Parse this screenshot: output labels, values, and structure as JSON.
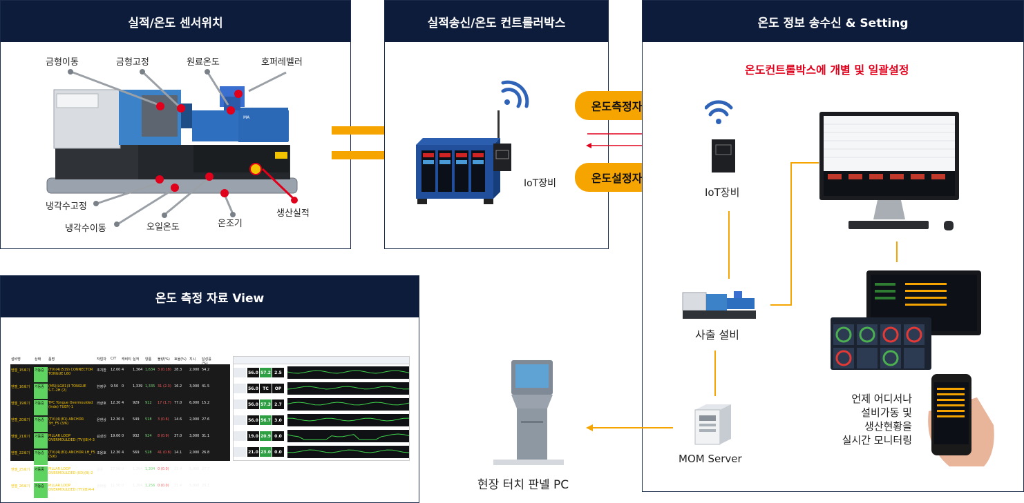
{
  "panels": {
    "sensor": {
      "title": "실적/온도 센서위치"
    },
    "controller": {
      "title": "실적송신/온도 컨트롤러박스"
    },
    "setting": {
      "title": "온도 정보 송수신 & Setting"
    },
    "view": {
      "title": "온도 측정 자료 View"
    }
  },
  "sensor_labels": {
    "mold_move": "금형이동",
    "mold_fixed": "금형고정",
    "material_temp": "원료온도",
    "hopper_heater": "호퍼레벨러",
    "coolant_fixed": "냉각수고정",
    "coolant_move": "냉각수이동",
    "oil_temp": "오일온도",
    "ambient": "온조기",
    "production": "생산실적",
    "machine_badge": "MA"
  },
  "controller": {
    "iot_label": "IoT장비"
  },
  "flow": {
    "measure_pill": "온도측정자료",
    "setting_pill": "온도설정자료"
  },
  "setting": {
    "headline": "온도컨트롤박스에 개별 및 일괄설정",
    "iot_label": "IoT장비",
    "machine_label": "사출 설비",
    "server_label": "MOM Server",
    "touch_pc_label": "현장 터치 판넬 PC",
    "monitoring_lines": [
      "언제 어디서나",
      "설비가동 및",
      "생산현황을",
      "실시간 모니터링"
    ]
  },
  "view_table": {
    "headers": [
      "설비명",
      "상태",
      "품명",
      "작업자",
      "C/T",
      "캐비티",
      "실적",
      "양품",
      "불량(%)",
      "효율(%)",
      "지시",
      "달성률(%)"
    ],
    "rows": [
      [
        "엔젤_15호기",
        "가동중",
        "(TV)(4)(519) CONNECTOR TONGUE L60",
        "조지환",
        "12.00",
        "4",
        "1,364",
        "1,634",
        "3 (0.18)",
        "28.3",
        "2,000",
        "54.2"
      ],
      [
        "엔젤_16호기",
        "가동중",
        "(MS)(LG81)3 TONGUE S.T.-2H (2)",
        "한정우",
        "9.50",
        "0",
        "1,339",
        "1,335",
        "31 (2.3)",
        "16.2",
        "3,000",
        "41.5"
      ],
      [
        "엔젤_19호기",
        "가동중",
        "TPC Tongue Overmoulded (Inde) TUEF(-1",
        "라상호",
        "12.30",
        "4",
        "929",
        "912",
        "17 (1.7)",
        "77.0",
        "6,000",
        "15.2"
      ],
      [
        "엔젤_20호기",
        "가동중",
        "(TV)(4)(81) ANCHOR 3H_F5 (3/6)",
        "윤현상",
        "12.30",
        "4",
        "549",
        "518",
        "3 (0.6)",
        "14.6",
        "2,000",
        "27.6"
      ],
      [
        "엔젤_21호기",
        "가동중",
        "PILLAR LOOP OVERMOULDED (TV)(B)4-3",
        "김성진",
        "19.00",
        "0",
        "932",
        "924",
        "8 (0.9)",
        "37.0",
        "3,000",
        "31.1"
      ],
      [
        "엔젤_22호기",
        "가동중",
        "(TV)(4)(81) ANCHOR LH_F5 (5/6)",
        "조용호",
        "12.30",
        "4",
        "569",
        "528",
        "41 (0.8)",
        "14.1",
        "2,000",
        "26.8"
      ],
      [
        "엔젤_25호기",
        "가동중",
        "PILLAR LOOP OVERMOULDED (KD)(B)-2",
        "김은",
        "17.50",
        "0",
        "1,364",
        "1,304",
        "0 (0.0)",
        "23.4",
        "5,000",
        "27.7"
      ],
      [
        "엔젤_26호기",
        "가동중",
        "PILLAR LOOP OVERMOULDED (TY)(B)4-4",
        "원태림",
        "11.50",
        "0",
        "1,264",
        "1,256",
        "0 (0.0)",
        "21.4",
        "5,000",
        "25.1"
      ]
    ],
    "readouts": [
      [
        "56.0",
        "57.2",
        "2.5"
      ],
      [
        "56.0",
        "TC",
        "OP"
      ],
      [
        "56.0",
        "57.3",
        "2.7"
      ],
      [
        "56.0",
        "56.7",
        "3.0"
      ],
      [
        "19.0",
        "20.9",
        "0.0"
      ],
      [
        "21.0",
        "23.0",
        "0.0"
      ]
    ]
  },
  "colors": {
    "navy": "#0e1c3c",
    "accent": "#f5a400",
    "red": "#e0001b"
  }
}
